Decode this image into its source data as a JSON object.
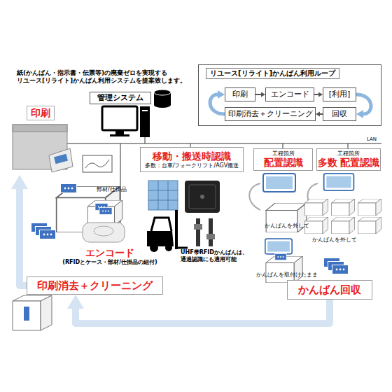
{
  "diagram": {
    "title": "紙(かんばん・指示書・伝票等)の廃棄ゼロを実現する リユース[リライト]かんばん利用システムを提案致します。",
    "nodes": [
      {
        "text": [
          "リユース[リライト]かんばん利用ループ"
        ]
      },
      {
        "text": [
          "印刷"
        ],
        "in": 0
      },
      {
        "text": [
          "エンコード"
        ],
        "in": 0
      },
      {
        "text": [
          "[利用]"
        ],
        "in": 0
      },
      {
        "text": [
          "印刷消去＋クリーニング"
        ],
        "in": 0
      },
      {
        "text": [
          "回収"
        ],
        "in": 0
      },
      {
        "text": [
          "管理システム"
        ]
      },
      {
        "text": [
          "印刷"
        ]
      },
      {
        "text": [
          "エンコード",
          "(RFIDとケース・部材/仕掛品の紐付)"
        ]
      },
      {
        "text": [
          "移動・搬送時認識",
          "多数：台車/フォークリフト/AGV搬送"
        ]
      },
      {
        "text": [
          "工程箇所",
          "配置認識"
        ]
      },
      {
        "text": [
          "工程箇所",
          "多数 配置認識"
        ]
      },
      {
        "text": [
          "印刷消去＋クリーニング"
        ]
      },
      {
        "text": [
          "かんばん回収"
        ]
      }
    ],
    "edges": [
      {
        "from": 1,
        "to": 2,
        "arrow": "to"
      },
      {
        "from": 2,
        "to": 3,
        "arrow": "to"
      },
      {
        "from": 3,
        "to": 5,
        "arrow": "to"
      },
      {
        "from": 5,
        "to": 4,
        "arrow": "to"
      },
      {
        "from": 4,
        "to": 1,
        "arrow": "to"
      },
      {
        "from": 13,
        "to": 12,
        "arrow": "to"
      },
      {
        "from": 12,
        "to": 7,
        "arrow": "to"
      }
    ],
    "labels": [
      "LAN",
      "部材/仕掛品",
      "UHF帯RFIDかんばんは、 通過認識にも適用可能",
      "かんばんを外して",
      "かんばんを取付けたまま",
      "かんばんを外して"
    ]
  }
}
